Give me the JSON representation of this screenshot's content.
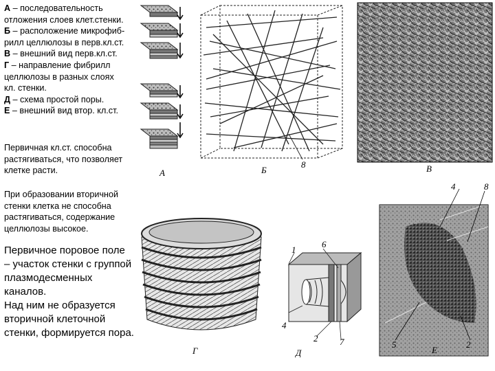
{
  "legend": [
    {
      "key": "А",
      "text": " – последовательность"
    },
    {
      "key": "",
      "text": "отложения слоев клет.стенки."
    },
    {
      "key": "Б",
      "text": " – расположение микрофиб-"
    },
    {
      "key": "",
      "text": "рилл целлюлозы в перв.кл.ст."
    },
    {
      "key": "В",
      "text": " – внешний вид перв.кл.ст."
    },
    {
      "key": "Г",
      "text": " – направление фибрилл"
    },
    {
      "key": "",
      "text": "целлюлозы в разных слоях"
    },
    {
      "key": "",
      "text": "кл. стенки."
    },
    {
      "key": "Д",
      "text": " – схема простой поры."
    },
    {
      "key": "Е",
      "text": " – внешний вид втор. кл.ст."
    }
  ],
  "note_primary": [
    "Первичная кл.ст. способна",
    "растягиваться, что позволяет",
    "клетке расти."
  ],
  "note_secondary": [
    "При образовании вторичной",
    "стенки клетка не способна",
    "растягиваться, содержание",
    "целлюлозы высокое."
  ],
  "note_pore": [
    "Первичное поровое поле",
    "– участок стенки с группой",
    "плазмодесменных",
    "каналов.",
    "Над ним не образуется",
    "вторичной клеточной",
    "стенки, формируется пора."
  ],
  "figure_labels": {
    "A": "А",
    "B": "Б",
    "V": "В",
    "G": "Г",
    "D": "Д",
    "E": "Е",
    "b_num": "8",
    "d_nums": [
      "1",
      "6",
      "4",
      "2",
      "7"
    ],
    "e_nums": [
      "4",
      "8",
      "5",
      "2"
    ]
  }
}
